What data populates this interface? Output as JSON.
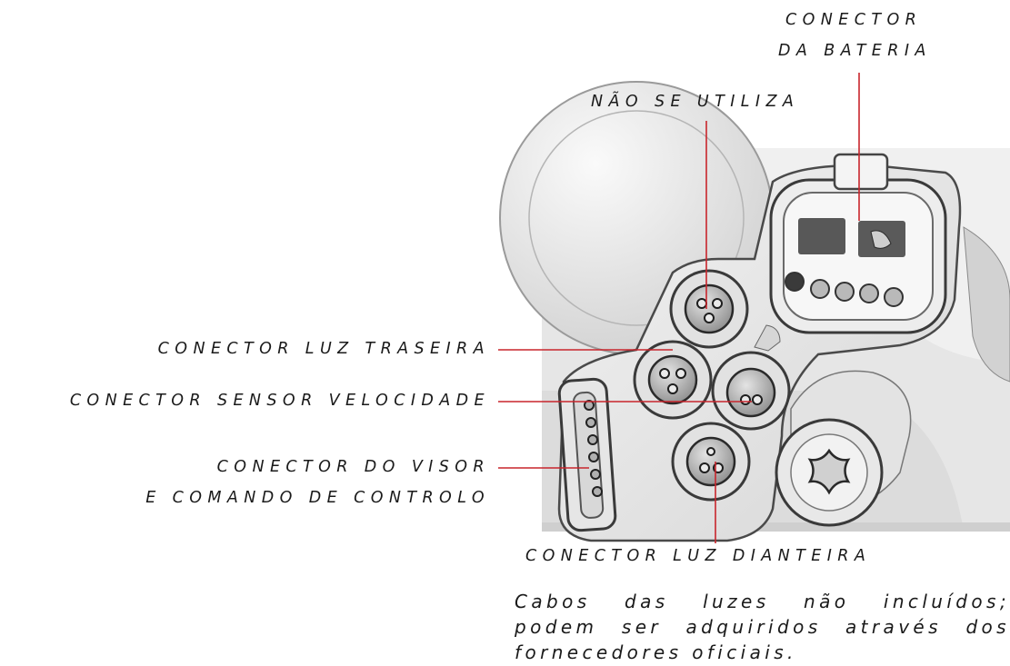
{
  "labels": {
    "battery_line1": "CONECTOR",
    "battery_line2": "DA BATERIA",
    "not_used": "NÃO SE UTILIZA",
    "rear_light": "CONECTOR LUZ TRASEIRA",
    "speed_sensor": "CONECTOR SENSOR VELOCIDADE",
    "display_line1": "CONECTOR DO VISOR",
    "display_line2": "E COMANDO DE CONTROLO",
    "front_light": "CONECTOR LUZ DIANTEIRA"
  },
  "note": {
    "line1": "Cabos das luzes não incluídos;",
    "line2": "podem ser adquiridos através dos",
    "line3": "fornecedores oficiais."
  },
  "colors": {
    "leader": "#c8252c",
    "text": "#1a1a1a"
  }
}
